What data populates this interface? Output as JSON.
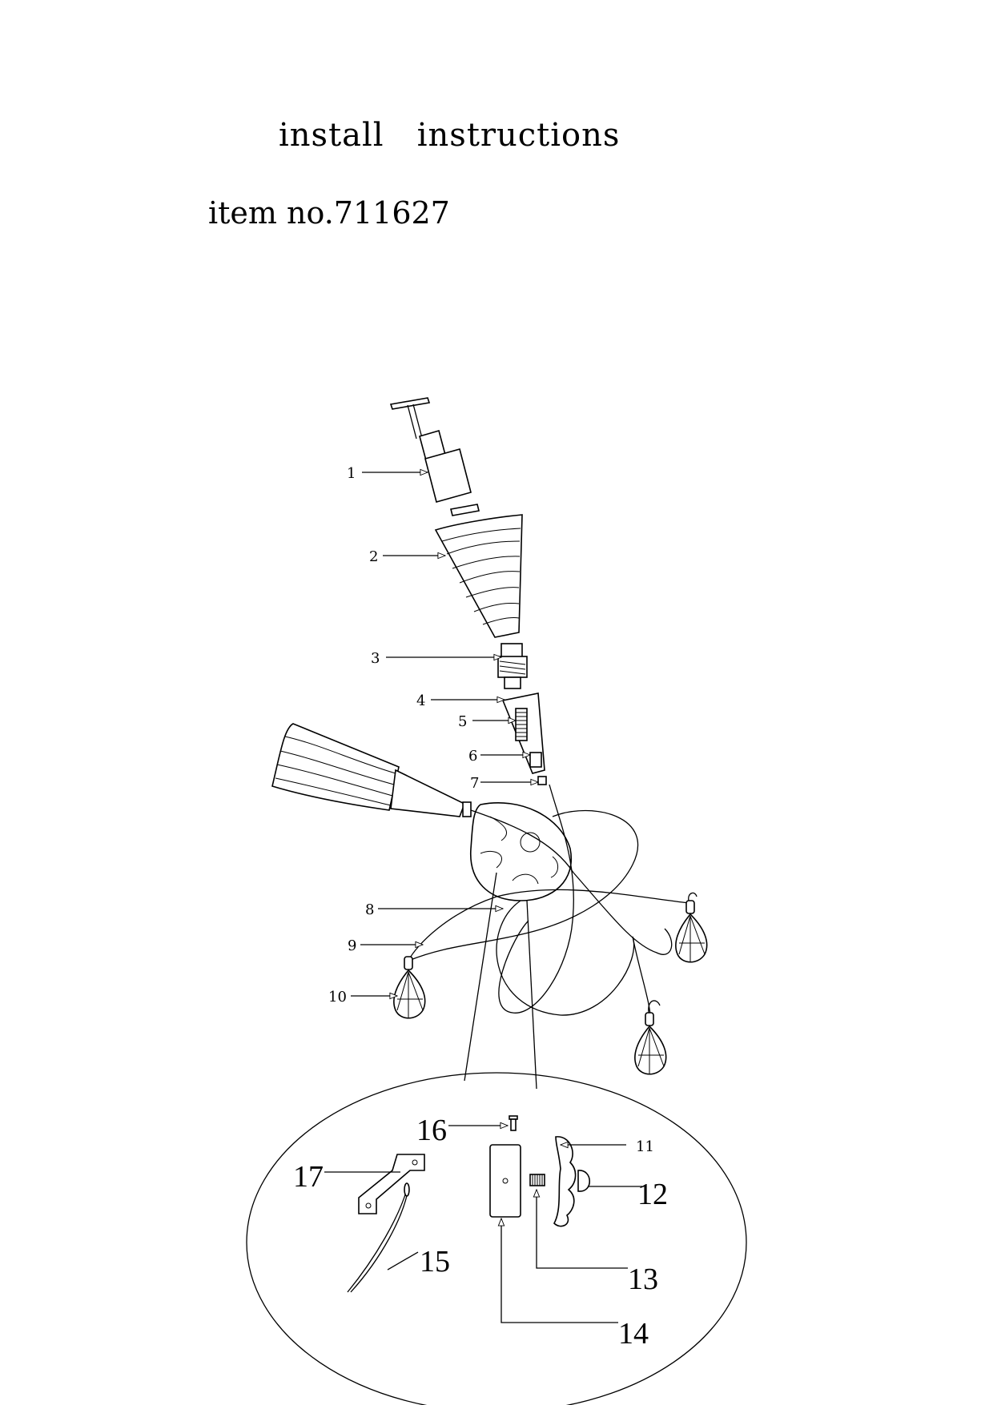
{
  "header": {
    "title": "install   instructions",
    "item_no": "item no.711627"
  },
  "labels": {
    "p1": "1",
    "p2": "2",
    "p3": "3",
    "p4": "4",
    "p5": "5",
    "p6": "6",
    "p7": "7",
    "p8": "8",
    "p9": "9",
    "p10": "10",
    "p11": "11",
    "p12": "12",
    "p13": "13",
    "p14": "14",
    "p15": "15",
    "p16": "16",
    "p17": "17"
  }
}
